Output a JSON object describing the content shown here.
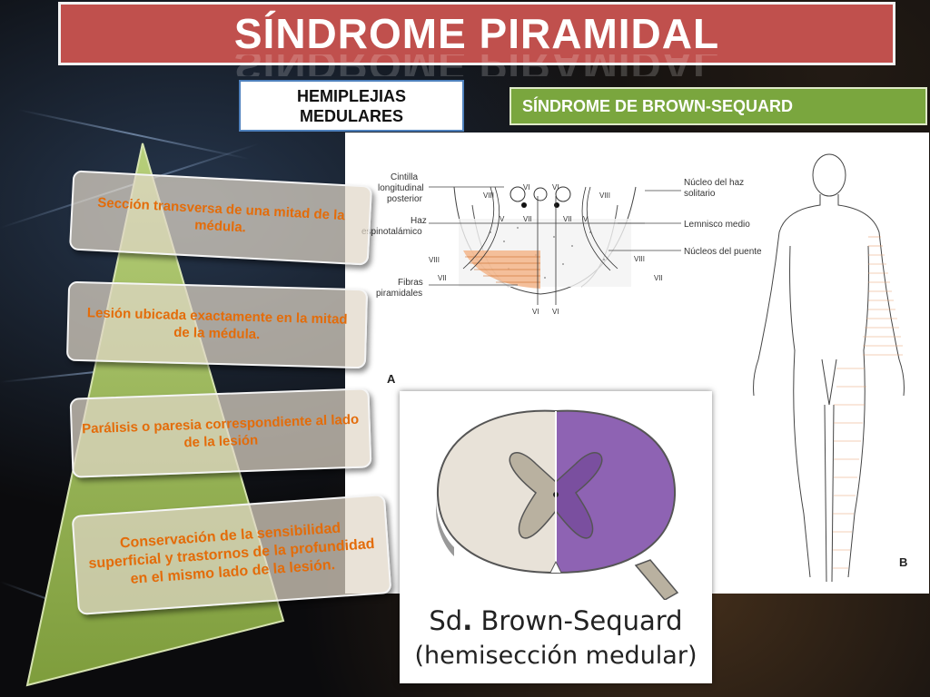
{
  "title": "SÍNDROME PIRAMIDAL",
  "section_left": {
    "line1": "HEMIPLEJIAS",
    "line2": "MEDULARES"
  },
  "section_right": "SÍNDROME DE BROWN-SEQUARD",
  "cards": [
    "Sección transversa de una mitad de la médula.",
    "Lesión ubicada exactamente en la mitad de la médula.",
    "Parálisis o paresia correspondiente al lado de la lesión",
    "Conservación de la sensibilidad superficial y trastornos de la profundidad en el mismo lado de la lesión."
  ],
  "figure": {
    "labels_left": [
      "Cintilla",
      "longitudinal",
      "posterior",
      "Haz",
      "espinotalámico",
      "Fibras",
      "piramidales"
    ],
    "labels_right": [
      "Núcleo del haz",
      "solitario",
      "Lemnisco medio",
      "Núcleos del puente"
    ],
    "nerve_marks": [
      "VIII",
      "VI",
      "VI",
      "VIII",
      "V",
      "VII",
      "VII",
      "V",
      "VIII",
      "VIII",
      "VII",
      "VII",
      "VI",
      "VI"
    ],
    "letter_a": "A",
    "letter_b": "B"
  },
  "sd": {
    "line1_prefix": "Sd",
    "line1_dot": ".",
    "line1_rest": " Brown-Sequard",
    "line2": "(hemisección medular)"
  },
  "colors": {
    "title_bg": "#c0504d",
    "green_bar": "#7aa63e",
    "triangle": "#8fb04a",
    "card_text": "#e36c0a",
    "lesion": "#8e63b3"
  }
}
